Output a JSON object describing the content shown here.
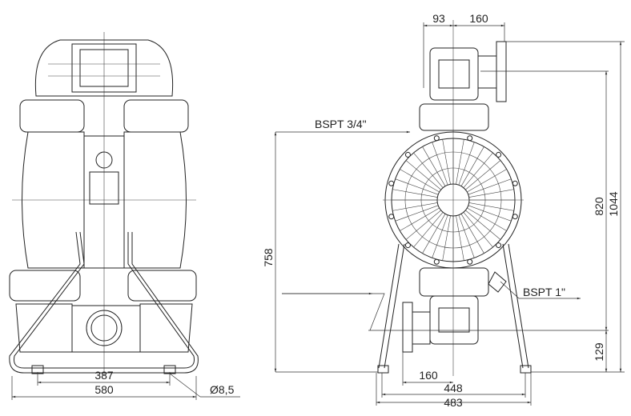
{
  "drawing": {
    "front_view": {
      "dimensions": {
        "feet_inner": "387",
        "feet_outer": "580",
        "hole": "Ø8,5"
      }
    },
    "side_view": {
      "dimensions": {
        "top_left": "93",
        "top_right": "160",
        "total_height": "1044",
        "port_spacing": "820",
        "inlet_height": "129",
        "air_height": "758",
        "outlet_offset": "160",
        "feet_inner": "448",
        "feet_outer": "483"
      },
      "labels": {
        "air_inlet": "BSPT 3/4\"",
        "air_exhaust": "BSPT 1\""
      }
    }
  }
}
